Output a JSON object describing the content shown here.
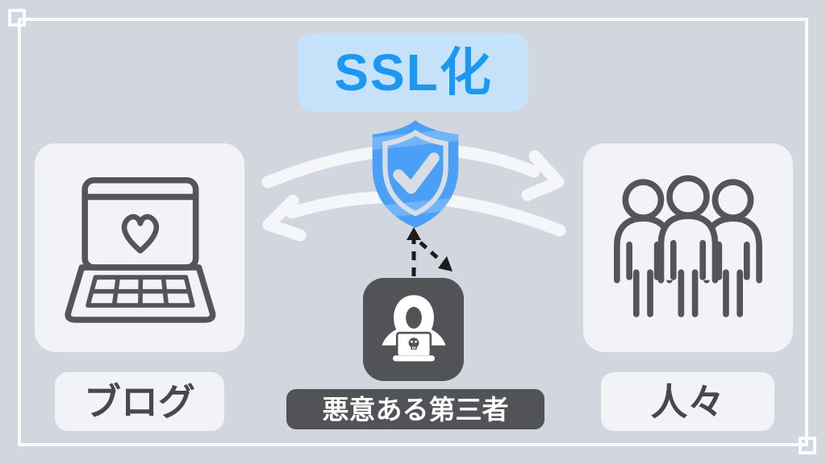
{
  "title": {
    "label": "SSL化"
  },
  "left_node": {
    "label": "ブログ",
    "icon": "laptop-heart-icon"
  },
  "right_node": {
    "label": "人々",
    "icon": "people-icon"
  },
  "attacker_node": {
    "label": "悪意ある第三者",
    "icon": "hacker-icon"
  },
  "center": {
    "icon": "shield-check-icon",
    "meaning": "SSL protection blocking attacker between blog and people"
  },
  "arrows": {
    "exchange": "bidirectional curved arrows between blog and people",
    "attack": "dashed arrow from attacker toward shield, deflected away"
  },
  "colors": {
    "background": "#D2D6DF",
    "frame": "#FBFCFE",
    "card": "#F2F3F6",
    "title_bg": "#C6E2FA",
    "title_text": "#1C97F2",
    "shield_blue": "#49A0F6",
    "dark_gray": "#525356",
    "icon_stroke": "#545559",
    "label_text": "#47484B",
    "arc_white": "#F4F6F9"
  }
}
